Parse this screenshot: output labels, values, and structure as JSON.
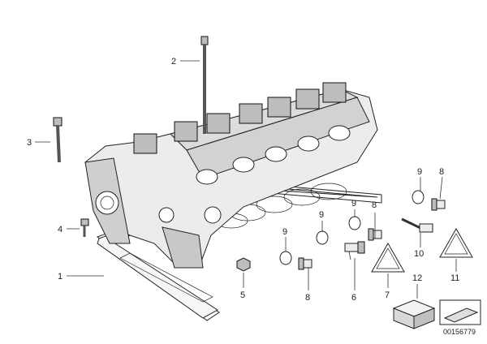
{
  "diagram": {
    "labels": {
      "c1": "1",
      "c2": "2",
      "c3": "3",
      "c4": "4",
      "c5": "5",
      "c6": "6",
      "c7": "7",
      "c8a": "8",
      "c8b": "8",
      "c8c": "8",
      "c9a": "9",
      "c9b": "9",
      "c9c": "9",
      "c10": "10",
      "c11": "11",
      "c12": "12"
    },
    "image_id": "00156779"
  }
}
